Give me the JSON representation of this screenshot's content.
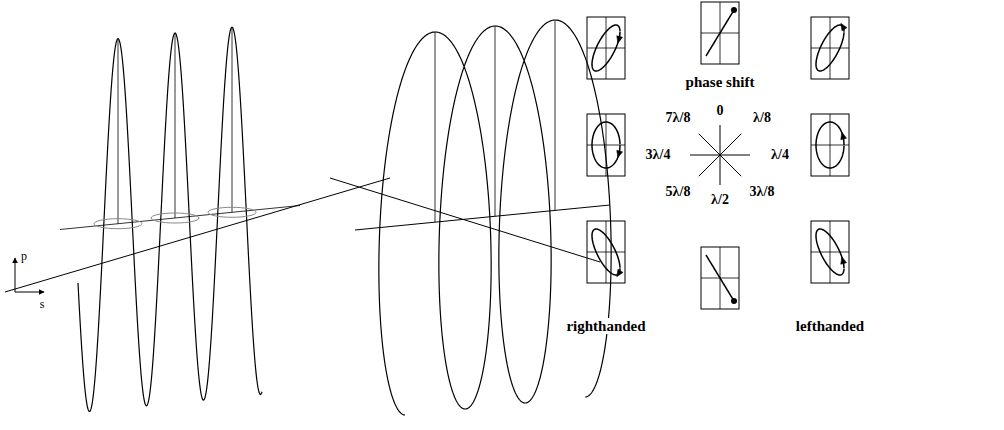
{
  "diagram": {
    "labels": [
      "p",
      "s",
      "phase shift",
      "0",
      "7λ/8",
      "λ/8",
      "3λ/4",
      "λ/4",
      "5λ/8",
      "3λ/8",
      "λ/2",
      "righthanded",
      "lefthanded"
    ]
  }
}
